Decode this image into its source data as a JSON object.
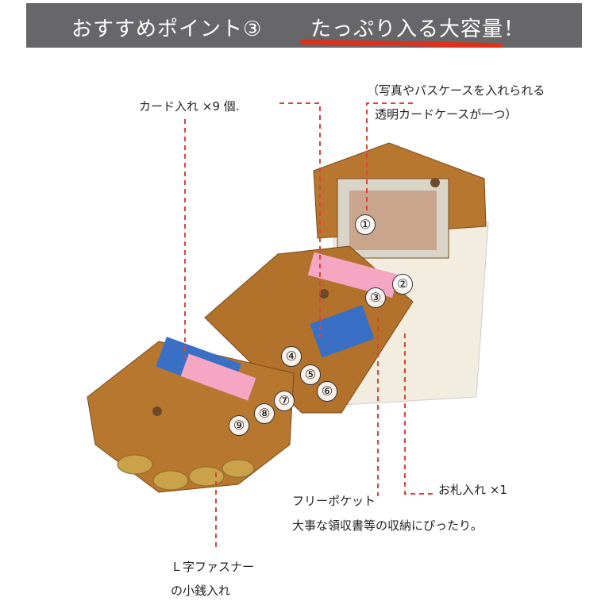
{
  "banner": {
    "point_label": "おすすめポイント③",
    "headline": "たっぷり入る大容量！",
    "accent_color": "#e0301c"
  },
  "labels": {
    "card_slots": "カード入れ ×9 個.",
    "photo_case_line1": "（写真やパスケースを入れられる",
    "photo_case_line2": "透明カードケースが一つ）",
    "free_pocket_title": "フリーポケット",
    "free_pocket_desc": "大事な領収書等の収納にぴったり。",
    "bill_slot": "お札入れ ×1",
    "zipper_line1": "Ｌ字ファスナー",
    "zipper_line2": "の小銭入れ"
  },
  "markers": [
    "①",
    "②",
    "③",
    "④",
    "⑤",
    "⑥",
    "⑦",
    "⑧",
    "⑨"
  ],
  "wallet_color": "#b8772f"
}
